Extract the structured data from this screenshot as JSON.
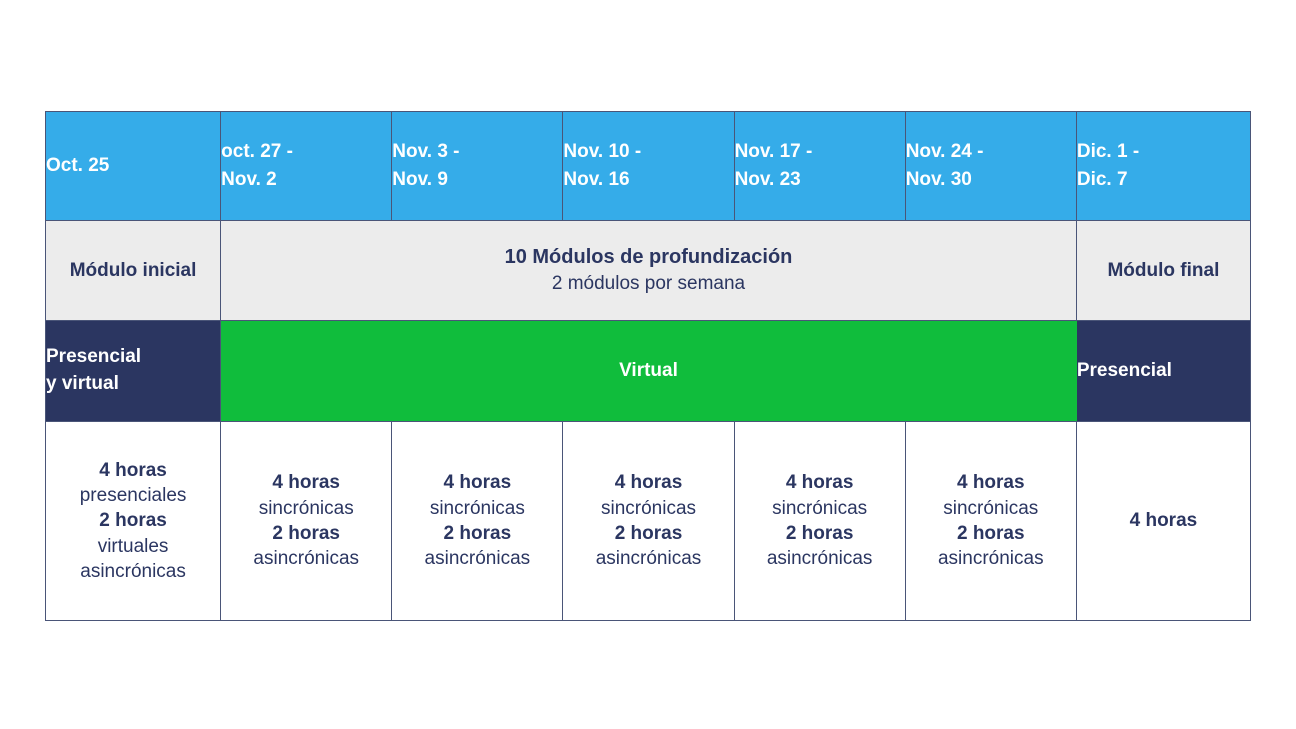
{
  "colors": {
    "header_blue": "#35ace9",
    "module_gray": "#ececec",
    "navy": "#2b3661",
    "green": "#10bd3c",
    "white": "#ffffff",
    "border": "#4a5578"
  },
  "table": {
    "date_header": [
      {
        "lines": [
          "Oct. 25"
        ]
      },
      {
        "lines": [
          "oct. 27 -",
          "Nov. 2"
        ]
      },
      {
        "lines": [
          "Nov. 3 -",
          "Nov. 9"
        ]
      },
      {
        "lines": [
          "Nov. 10 -",
          "Nov. 16"
        ]
      },
      {
        "lines": [
          "Nov. 17 -",
          "Nov. 23"
        ]
      },
      {
        "lines": [
          "Nov. 24 -",
          "Nov. 30"
        ]
      },
      {
        "lines": [
          "Dic. 1 -",
          "Dic. 7"
        ]
      }
    ],
    "module_row": {
      "first_label": "Módulo inicial",
      "center_title": "10 Módulos de profundización",
      "center_subtitle": "2 módulos por semana",
      "last_label": "Módulo final"
    },
    "modality_row": {
      "first_lines": [
        "Presencial",
        "y virtual"
      ],
      "center_label": "Virtual",
      "last_label": "Presencial"
    },
    "hours_row": [
      {
        "lines": [
          {
            "text": "4 horas",
            "bold": true
          },
          {
            "text": "presenciales",
            "bold": false
          },
          {
            "text": "2 horas",
            "bold": true
          },
          {
            "text": "virtuales",
            "bold": false
          },
          {
            "text": "asincrónicas",
            "bold": false
          }
        ]
      },
      {
        "lines": [
          {
            "text": "4 horas",
            "bold": true
          },
          {
            "text": "sincrónicas",
            "bold": false
          },
          {
            "text": "2 horas",
            "bold": true
          },
          {
            "text": "asincrónicas",
            "bold": false
          }
        ]
      },
      {
        "lines": [
          {
            "text": "4 horas",
            "bold": true
          },
          {
            "text": "sincrónicas",
            "bold": false
          },
          {
            "text": "2 horas",
            "bold": true
          },
          {
            "text": "asincrónicas",
            "bold": false
          }
        ]
      },
      {
        "lines": [
          {
            "text": "4 horas",
            "bold": true
          },
          {
            "text": "sincrónicas",
            "bold": false
          },
          {
            "text": "2 horas",
            "bold": true
          },
          {
            "text": "asincrónicas",
            "bold": false
          }
        ]
      },
      {
        "lines": [
          {
            "text": "4 horas",
            "bold": true
          },
          {
            "text": "sincrónicas",
            "bold": false
          },
          {
            "text": "2 horas",
            "bold": true
          },
          {
            "text": "asincrónicas",
            "bold": false
          }
        ]
      },
      {
        "lines": [
          {
            "text": "4 horas",
            "bold": true
          },
          {
            "text": "sincrónicas",
            "bold": false
          },
          {
            "text": "2 horas",
            "bold": true
          },
          {
            "text": "asincrónicas",
            "bold": false
          }
        ]
      },
      {
        "lines": [
          {
            "text": "4 horas",
            "bold": true
          }
        ]
      }
    ]
  }
}
